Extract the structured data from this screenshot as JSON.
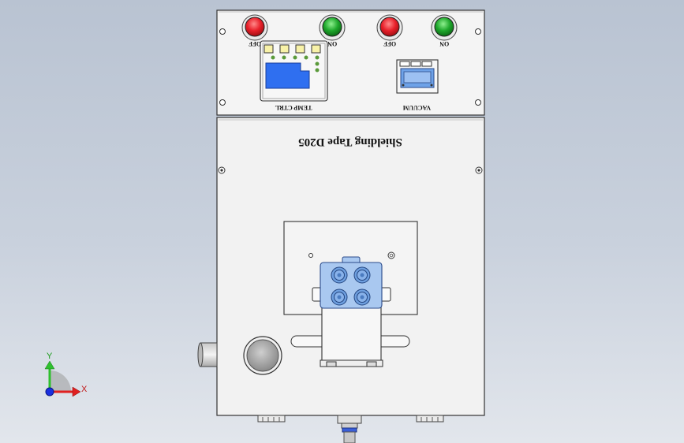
{
  "panel": {
    "buttons": [
      {
        "label": "OFF",
        "state": "off",
        "color": "#e8202a"
      },
      {
        "label": "ON",
        "state": "on",
        "color": "#1fa82c"
      },
      {
        "label": "OFF",
        "state": "off",
        "color": "#e8202a"
      },
      {
        "label": "ON",
        "state": "on",
        "color": "#1fa82c"
      }
    ],
    "temp_label": "TEMP CTRL",
    "vacuum_label": "VACUUM"
  },
  "machine": {
    "title": "Shielding Tape D205"
  },
  "axes": {
    "y_label": "Y",
    "x_label": "X"
  },
  "colors": {
    "body": "#f2f2f2",
    "display_blue": "#2f6ff0",
    "gauge_blue": "#6ea2e8",
    "head_blue": "#a9c8f0",
    "axis_y": "#2fc02f",
    "axis_x": "#e02020",
    "axis_z": "#1a2fe0"
  }
}
